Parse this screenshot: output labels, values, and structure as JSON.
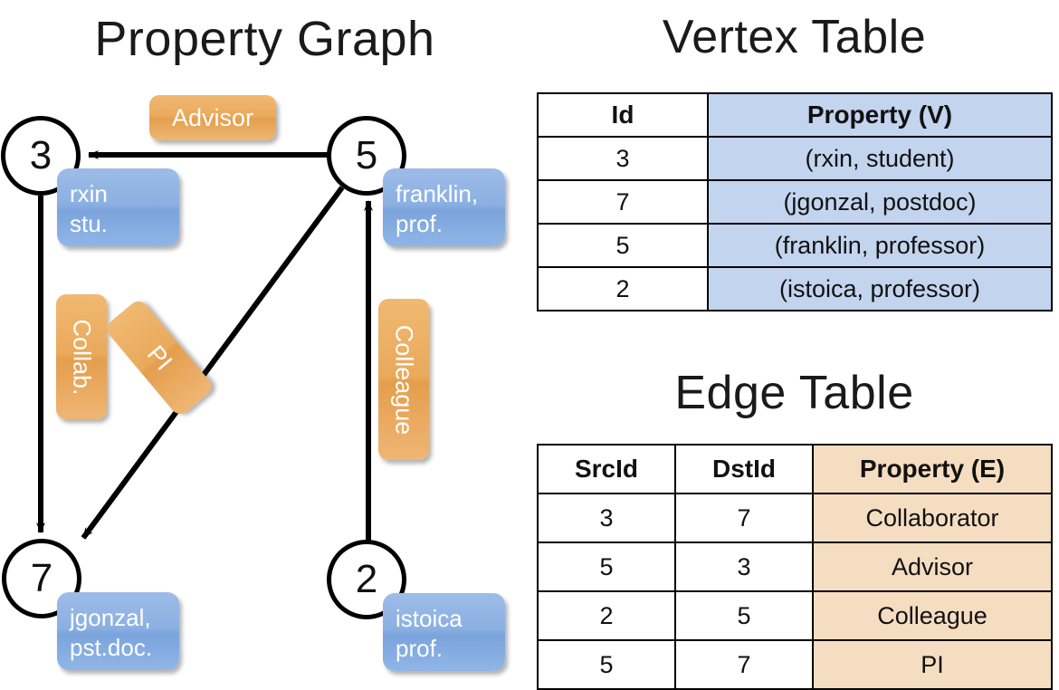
{
  "titles": {
    "property_graph": "Property Graph",
    "vertex_table": "Vertex Table",
    "edge_table": "Edge Table"
  },
  "graph": {
    "vertices": [
      {
        "id": "3",
        "property_line1": "rxin",
        "property_line2": "stu."
      },
      {
        "id": "5",
        "property_line1": "franklin,",
        "property_line2": "prof."
      },
      {
        "id": "7",
        "property_line1": "jgonzal,",
        "property_line2": "pst.doc."
      },
      {
        "id": "2",
        "property_line1": "istoica",
        "property_line2": "prof."
      }
    ],
    "edge_labels": [
      {
        "name": "advisor",
        "text": "Advisor"
      },
      {
        "name": "collab",
        "text": "Collab."
      },
      {
        "name": "pi",
        "text": "PI"
      },
      {
        "name": "colleague",
        "text": "Colleague"
      }
    ]
  },
  "vertex_table": {
    "headers": [
      "Id",
      "Property (V)"
    ],
    "rows": [
      [
        "3",
        "(rxin, student)"
      ],
      [
        "7",
        "(jgonzal, postdoc)"
      ],
      [
        "5",
        "(franklin, professor)"
      ],
      [
        "2",
        "(istoica, professor)"
      ]
    ]
  },
  "edge_table": {
    "headers": [
      "SrcId",
      "DstId",
      "Property (E)"
    ],
    "rows": [
      [
        "3",
        "7",
        "Collaborator"
      ],
      [
        "5",
        "3",
        "Advisor"
      ],
      [
        "2",
        "5",
        "Colleague"
      ],
      [
        "5",
        "7",
        "PI"
      ]
    ]
  },
  "colors": {
    "vertex_property_blue": "#8cb0e2",
    "edge_label_orange": "#eaa95c",
    "vertex_table_cell": "#c3d4ee",
    "edge_table_cell": "#f5ddc1",
    "stroke": "#000000"
  }
}
